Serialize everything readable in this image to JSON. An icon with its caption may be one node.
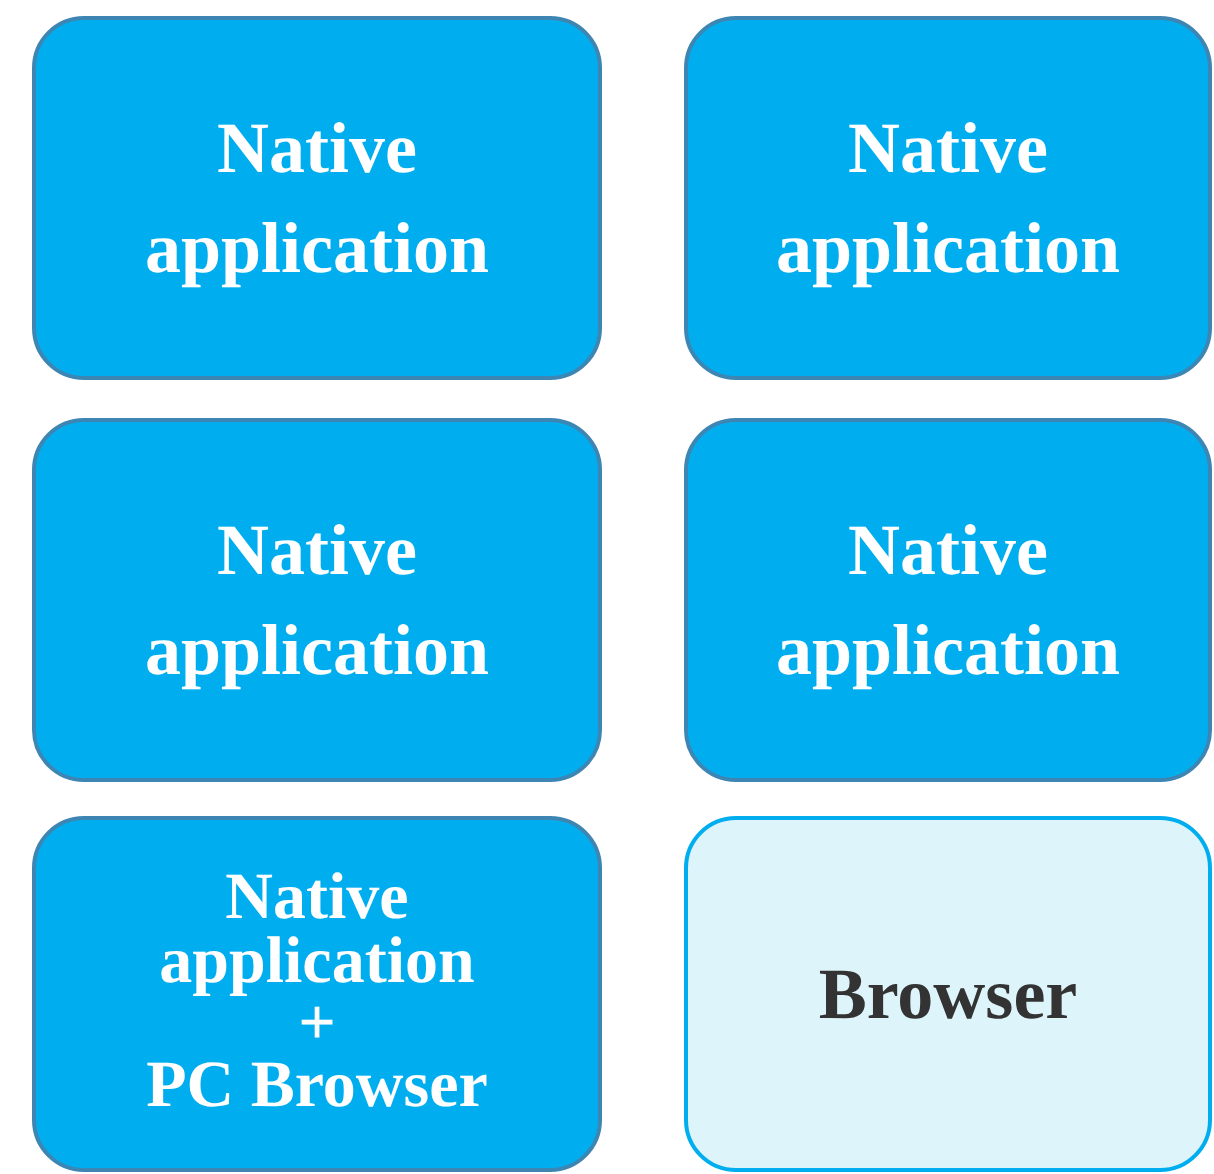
{
  "diagram": {
    "nodes": [
      {
        "text": [
          "Native application"
        ]
      },
      {
        "text": [
          "Native application"
        ]
      },
      {
        "text": [
          "Native application"
        ]
      },
      {
        "text": [
          "Native application"
        ]
      },
      {
        "text": [
          "Native application",
          "+",
          "PC Browser"
        ]
      },
      {
        "text": [
          "Browser"
        ]
      }
    ]
  }
}
